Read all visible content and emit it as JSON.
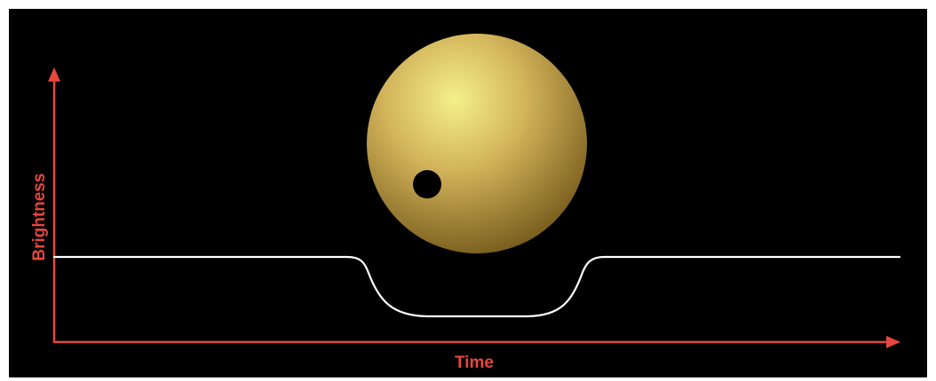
{
  "diagram": {
    "type": "transit-light-curve",
    "axes": {
      "y_label": "Brightness",
      "x_label": "Time",
      "color": "#E5473E"
    },
    "star": {
      "core_color": "#F4F08A",
      "mid_color": "#D2B35A",
      "edge_color": "#7A5E1E"
    },
    "planet": {
      "color": "#000000"
    },
    "light_curve": {
      "color": "#FFFFFF"
    },
    "background": "#000000"
  }
}
